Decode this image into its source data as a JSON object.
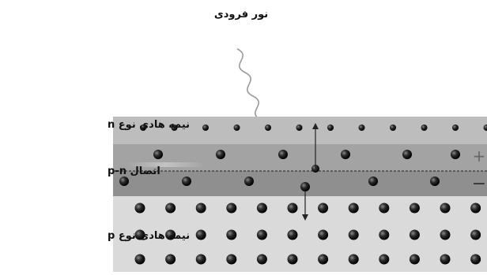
{
  "diagram": {
    "incident_light_label": "نور فرودی",
    "labels": {
      "n_type": "نیمه هادی نوع n",
      "pn_junction": "اتصال p-n",
      "p_type": "نیمه هادی نوع p"
    },
    "charge_signs": {
      "plus": "+",
      "minus": "−"
    }
  },
  "colors": {
    "n_layer": "#bdbdbd",
    "n_depletion": "#9e9e9e",
    "p_depletion": "#8f8f8f",
    "p_layer": "#dadada",
    "carrier": "#1a1a1a",
    "hole": "#3a3a3a",
    "text": "#111111",
    "light_wave": "#9a9a9a"
  }
}
